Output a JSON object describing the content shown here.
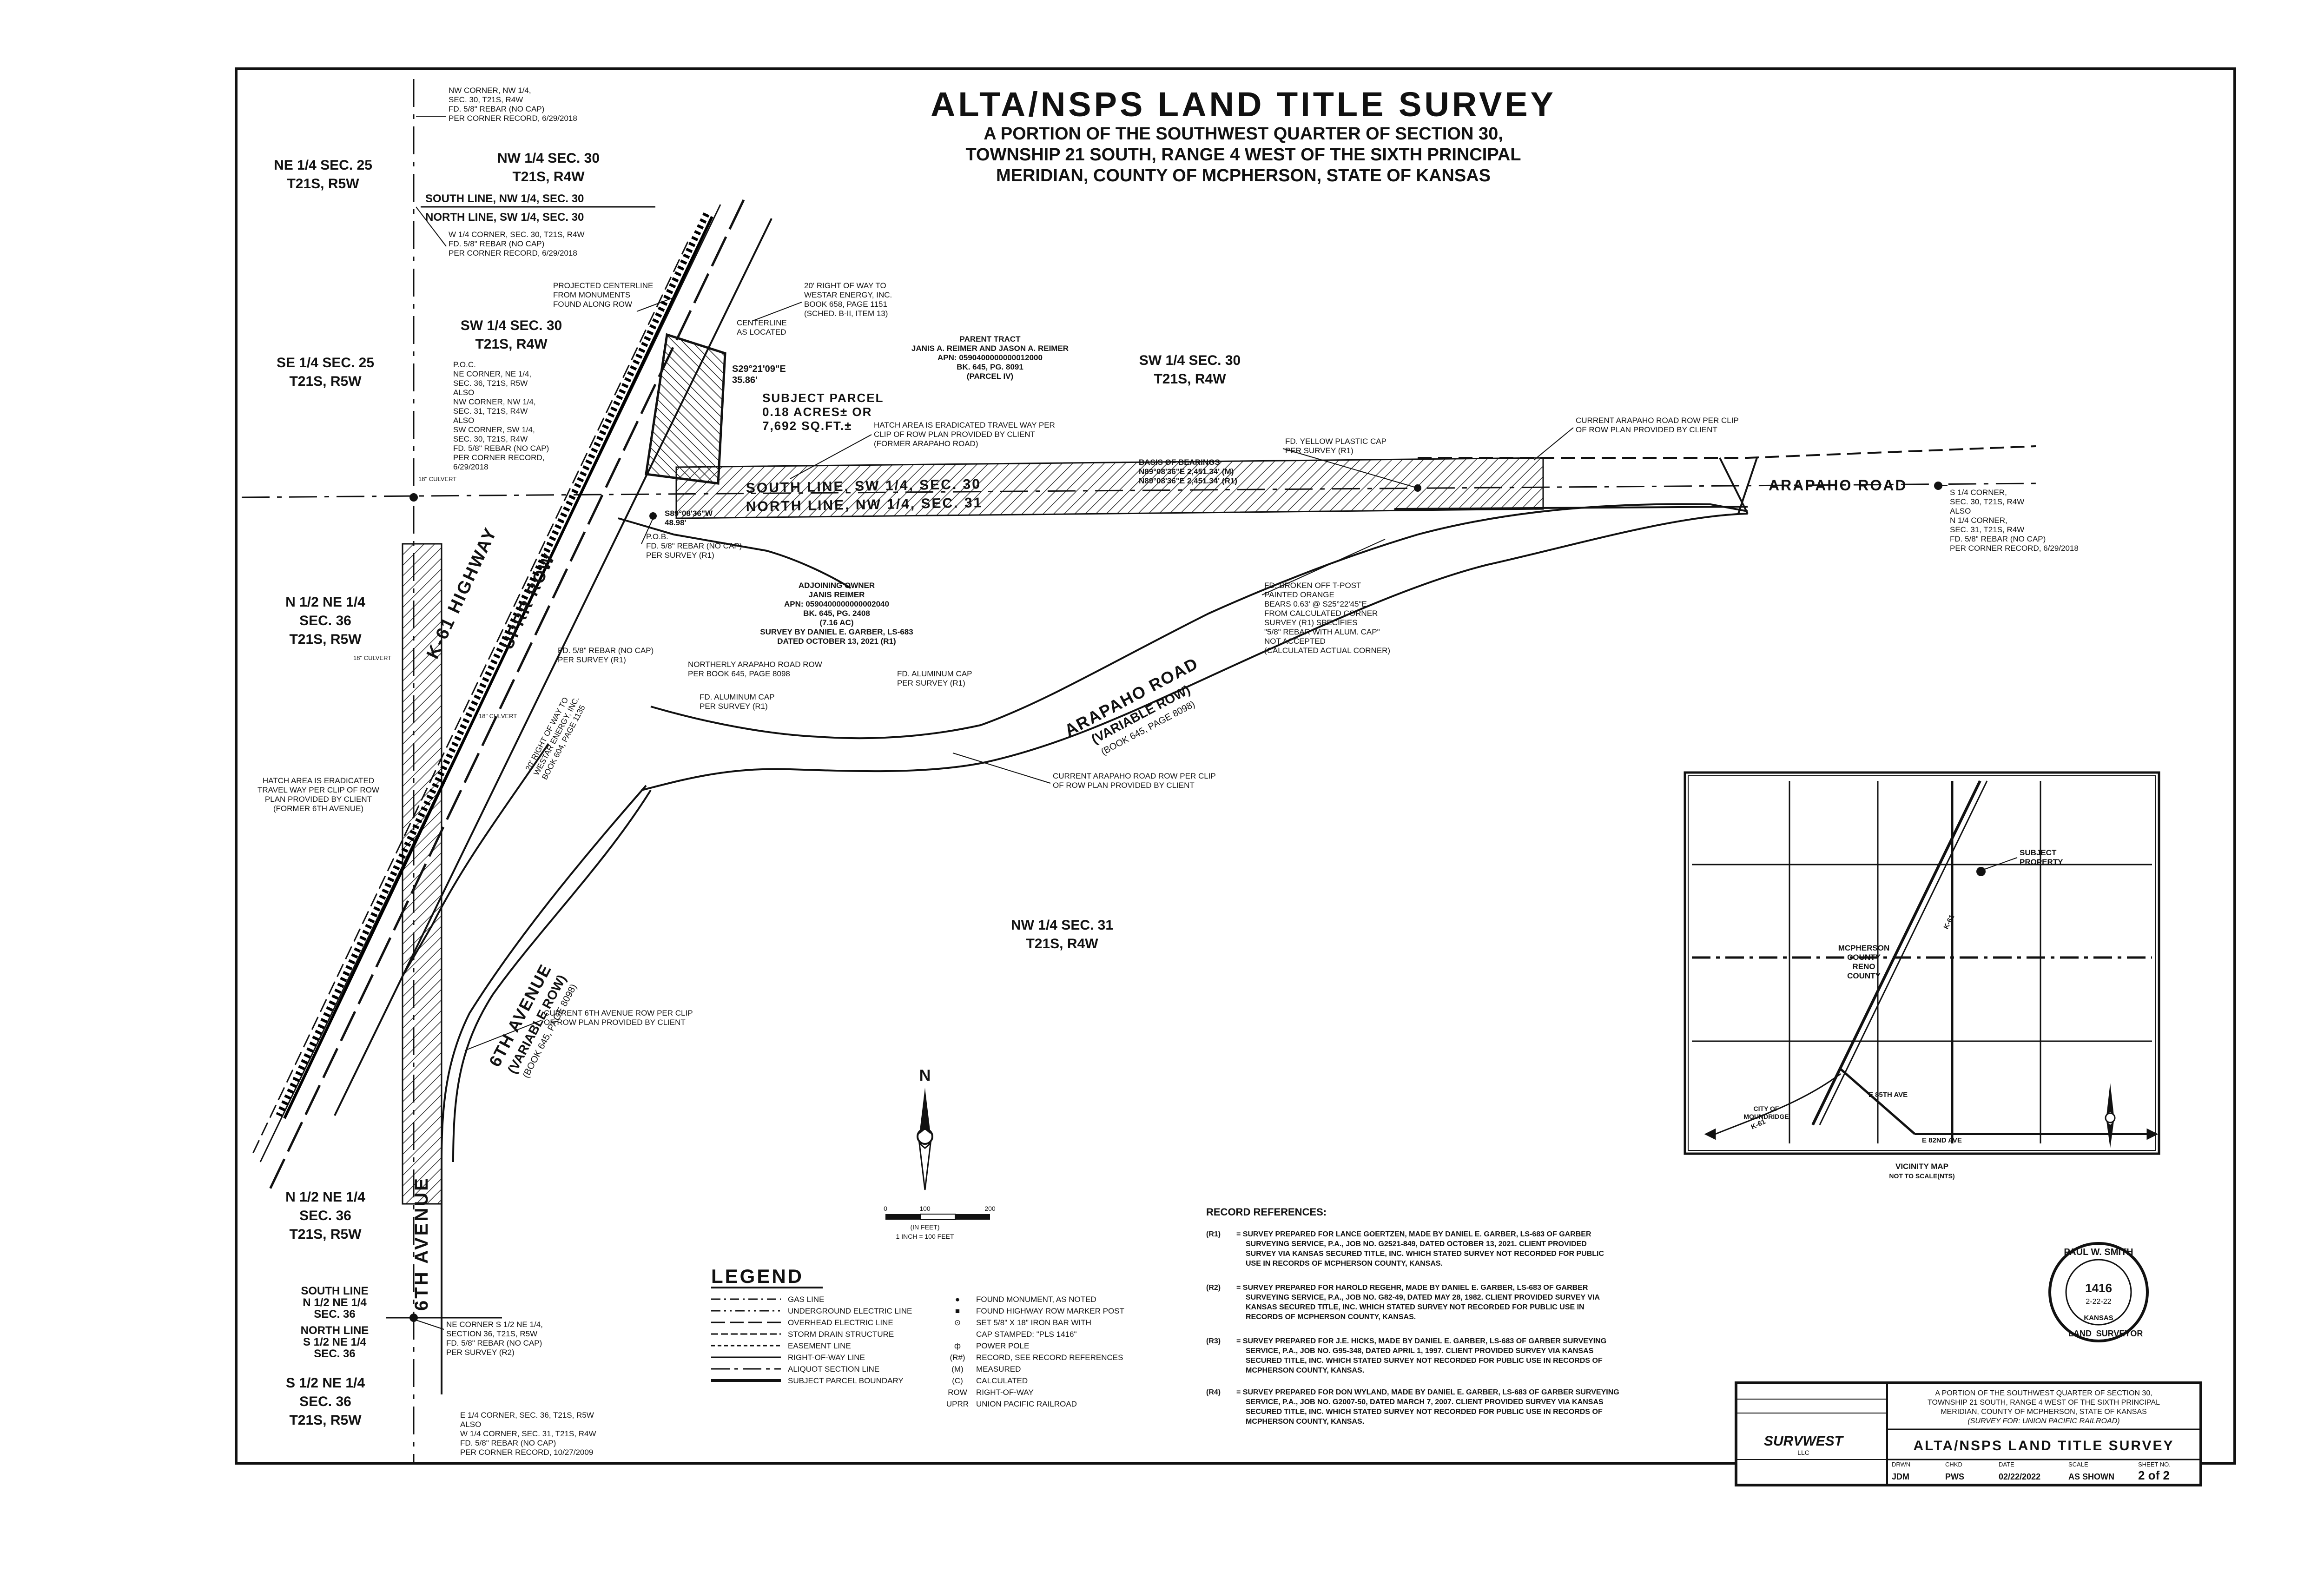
{
  "title": {
    "main": "ALTA/NSPS LAND TITLE SURVEY",
    "sub1": "A PORTION OF THE SOUTHWEST QUARTER OF SECTION 30,",
    "sub2": "TOWNSHIP 21 SOUTH, RANGE 4 WEST OF THE SIXTH PRINCIPAL",
    "sub3": "MERIDIAN, COUNTY OF MCPHERSON, STATE OF KANSAS"
  },
  "sections": {
    "ne_sec25": [
      "NE 1/4 SEC. 25",
      "T21S, R5W"
    ],
    "nw_sec30": [
      "NW 1/4 SEC. 30",
      "T21S, R4W"
    ],
    "sw_sec30_left": [
      "SW 1/4 SEC. 30",
      "T21S, R4W"
    ],
    "se_sec25": [
      "SE 1/4 SEC. 25",
      "T21S, R5W"
    ],
    "sw_sec30_right": [
      "SW 1/4 SEC. 30",
      "T21S, R4W"
    ],
    "n_ne_sec36_upper": [
      "N 1/2 NE 1/4",
      "SEC. 36",
      "T21S, R5W"
    ],
    "nw_sec31": [
      "NW 1/4 SEC. 31",
      "T21S, R4W"
    ],
    "n_ne_sec36_lower": [
      "N 1/2 NE 1/4",
      "SEC. 36",
      "T21S, R5W"
    ],
    "s_ne_sec36": [
      "S 1/2 NE 1/4",
      "SEC. 36",
      "T21S, R5W"
    ],
    "south_line_n_ne_36": [
      "SOUTH LINE",
      "N 1/2 NE 1/4",
      "SEC. 36"
    ],
    "north_line_s_ne_36": [
      "NORTH LINE",
      "S 1/2 NE 1/4",
      "SEC. 36"
    ]
  },
  "lines": {
    "south_line_nw30": "SOUTH LINE, NW 1/4, SEC. 30",
    "north_line_sw30": "NORTH LINE, SW 1/4, SEC. 30",
    "south_line_sw30": "SOUTH LINE, SW 1/4, SEC. 30",
    "north_line_nw31": "NORTH LINE, NW 1/4, SEC. 31"
  },
  "roads": {
    "arapaho_road": "ARAPAHO ROAD",
    "arapaho_variable": [
      "ARAPAHO ROAD",
      "(VARIABLE ROW)",
      "(BOOK 645, PAGE 8098)"
    ],
    "highway": "K-61 HIGHWAY",
    "uprr": "UPRR ROW",
    "sixth_ave": [
      "6TH AVENUE",
      "(VARIABLE ROW)",
      "(BOOK 645, PAGE 8098)"
    ],
    "sixth_ave_vertical": "6TH AVENUE"
  },
  "notes": {
    "nw_corner": [
      "NW CORNER, NW 1/4,",
      "SEC. 30, T21S, R4W",
      "FD. 5/8\" REBAR (NO CAP)",
      "PER CORNER RECORD, 6/29/2018"
    ],
    "w_quarter": [
      "W 1/4 CORNER, SEC. 30, T21S, R4W",
      "FD. 5/8\" REBAR (NO CAP)",
      "PER CORNER RECORD, 6/29/2018"
    ],
    "projected_centerline": [
      "PROJECTED CENTERLINE",
      "FROM MONUMENTS",
      "FOUND ALONG ROW"
    ],
    "westar_row": [
      "20' RIGHT OF WAY TO",
      "WESTAR ENERGY, INC.",
      "BOOK 658, PAGE 1151",
      "(SCHED. B-II, ITEM 13)"
    ],
    "centerline_located": [
      "CENTERLINE",
      "AS LOCATED"
    ],
    "parent_tract": [
      "PARENT TRACT",
      "JANIS A. REIMER AND JASON A. REIMER",
      "APN: 0590400000000012000",
      "BK. 645, PG. 8091",
      "(PARCEL IV)"
    ],
    "subject_parcel": [
      "SUBJECT PARCEL",
      "0.18 ACRES± OR",
      "7,692 SQ.FT.±"
    ],
    "bearing_subject": [
      "S29°21'09\"E",
      "35.86'"
    ],
    "poc": [
      "P.O.C.",
      "NE CORNER, NE 1/4,",
      "SEC. 36, T21S, R5W",
      "ALSO",
      "NW CORNER, NW 1/4,",
      "SEC. 31, T21S, R4W",
      "ALSO",
      "SW CORNER, SW 1/4,",
      "SEC. 30, T21S, R4W",
      "FD. 5/8\" REBAR (NO CAP)",
      "PER CORNER RECORD,",
      "6/29/2018"
    ],
    "hatch_arapaho": [
      "HATCH AREA IS ERADICATED TRAVEL WAY PER",
      "CLIP OF ROW PLAN PROVIDED BY CLIENT",
      "(FORMER ARAPAHO ROAD)"
    ],
    "basis_bearings": [
      "BASIS OF BEARINGS",
      "N89°08'36\"E 2,451.34' (M)",
      "N89°08'36\"E 2,451.34' (R1)"
    ],
    "yellow_cap": [
      "FD. YELLOW PLASTIC CAP",
      "PER SURVEY (R1)"
    ],
    "current_arapaho_top": [
      "CURRENT ARAPAHO ROAD ROW PER CLIP",
      "OF ROW PLAN PROVIDED BY CLIENT"
    ],
    "s_quarter": [
      "S 1/4 CORNER,",
      "SEC. 30, T21S, R4W",
      "ALSO",
      "N 1/4 CORNER,",
      "SEC. 31, T21S, R4W",
      "FD. 5/8\" REBAR (NO CAP)",
      "PER CORNER RECORD, 6/29/2018"
    ],
    "pob": [
      "P.O.B.",
      "FD. 5/8\" REBAR (NO CAP)",
      "PER SURVEY (R1)"
    ],
    "bearing_pob": [
      "S89°08'36\"W",
      "48.98'"
    ],
    "adjoining_owner": [
      "ADJOINING OWNER",
      "JANIS REIMER",
      "APN: 0590400000000002040",
      "BK. 645, PG. 2408",
      "(7.16 AC)",
      "SURVEY BY DANIEL E. GARBER, LS-683",
      "DATED OCTOBER 13, 2021 (R1)"
    ],
    "tpost": [
      "FD. BROKEN OFF T-POST",
      "PAINTED ORANGE",
      "BEARS 0.63' @ S25°22'45\"E",
      "FROM CALCULATED CORNER",
      "SURVEY (R1) SPECIFIES",
      "\"5/8\" REBAR WITH ALUM. CAP\"",
      "NOT ACCEPTED",
      "(CALCULATED ACTUAL CORNER)"
    ],
    "rebar_r1": [
      "FD. 5/8\" REBAR (NO CAP)",
      "PER SURVEY (R1)"
    ],
    "northerly_arapaho": [
      "NORTHERLY ARAPAHO ROAD ROW",
      "PER BOOK 645, PAGE 8098"
    ],
    "alum_cap_mid": [
      "FD. ALUMINUM CAP",
      "PER SURVEY (R1)"
    ],
    "alum_cap_right": [
      "FD. ALUMINUM CAP",
      "PER SURVEY (R1)"
    ],
    "culvert_top": "18\" CULVERT",
    "culvert_mid": "18\" CULVERT",
    "culvert_low": "18\" CULVERT",
    "hatch_6th": [
      "HATCH AREA IS ERADICATED",
      "TRAVEL WAY PER CLIP OF ROW",
      "PLAN PROVIDED BY CLIENT",
      "(FORMER 6TH AVENUE)"
    ],
    "westar_row2": [
      "20' RIGHT OF WAY TO",
      "WESTAR ENERGY, INC.",
      "BOOK 604, PAGE 1135"
    ],
    "current_arapaho_bottom": [
      "CURRENT ARAPAHO ROAD ROW PER CLIP",
      "OF ROW PLAN PROVIDED BY CLIENT"
    ],
    "current_6th": [
      "CURRENT 6TH AVENUE ROW PER CLIP",
      "OF ROW PLAN PROVIDED BY CLIENT"
    ],
    "ne_corner_s": [
      "NE CORNER S 1/2 NE 1/4,",
      "SECTION 36, T21S, R5W",
      "FD. 5/8\" REBAR (NO CAP)",
      "PER SURVEY (R2)"
    ],
    "e_quarter": [
      "E 1/4 CORNER, SEC. 36, T21S, R5W",
      "ALSO",
      "W 1/4 CORNER, SEC. 31, T21S, R4W",
      "FD. 5/8\" REBAR (NO CAP)",
      "PER CORNER RECORD, 10/27/2009"
    ]
  },
  "north_arrow": "N",
  "scale": {
    "zero": "0",
    "hundred": "100",
    "two_hundred": "200",
    "unit": "(IN FEET)",
    "ratio": "1 INCH = 100 FEET"
  },
  "legend": {
    "title": "LEGEND",
    "lines": [
      "GAS LINE",
      "UNDERGROUND ELECTRIC LINE",
      "OVERHEAD ELECTRIC LINE",
      "STORM DRAIN STRUCTURE",
      "EASEMENT LINE",
      "RIGHT-OF-WAY LINE",
      "ALIQUOT SECTION LINE",
      "SUBJECT PARCEL BOUNDARY"
    ],
    "symbols": [
      {
        "sym": "●",
        "text": "FOUND MONUMENT, AS NOTED"
      },
      {
        "sym": "■",
        "text": "FOUND HIGHWAY ROW MARKER POST"
      },
      {
        "sym": "⊙",
        "text": "SET 5/8\" X 18\" IRON BAR WITH"
      },
      {
        "sym": "",
        "text": "CAP STAMPED: \"PLS 1416\""
      },
      {
        "sym": "ф",
        "text": "POWER POLE"
      },
      {
        "sym": "(R#)",
        "text": "RECORD, SEE RECORD REFERENCES"
      },
      {
        "sym": "(M)",
        "text": "MEASURED"
      },
      {
        "sym": "(C)",
        "text": "CALCULATED"
      },
      {
        "sym": "ROW",
        "text": "RIGHT-OF-WAY"
      },
      {
        "sym": "UPRR",
        "text": "UNION PACIFIC RAILROAD"
      }
    ]
  },
  "vicinity": {
    "subject": [
      "SUBJECT",
      "PROPERTY"
    ],
    "county1": [
      "MCPHERSON",
      "COUNTY"
    ],
    "county2": [
      "RENO",
      "COUNTY"
    ],
    "city": [
      "CITY OF",
      "MOUNDRIDGE"
    ],
    "highway": "K-61",
    "highway2": "K-61",
    "ave1": "E 85TH AVE",
    "ave2": "E 82ND AVE",
    "caption": [
      "VICINITY MAP",
      "NOT TO SCALE(NTS)"
    ]
  },
  "records": {
    "title": "RECORD REFERENCES:",
    "items": [
      {
        "id": "(R1)",
        "lines": [
          "= SURVEY PREPARED FOR LANCE GOERTZEN, MADE BY DANIEL E. GARBER, LS-683 OF GARBER",
          "SURVEYING SERVICE, P.A., JOB NO. G2521-849, DATED OCTOBER 13, 2021. CLIENT PROVIDED",
          "SURVEY VIA KANSAS SECURED TITLE, INC. WHICH STATED SURVEY NOT RECORDED FOR PUBLIC",
          "USE IN RECORDS OF MCPHERSON COUNTY, KANSAS."
        ]
      },
      {
        "id": "(R2)",
        "lines": [
          "= SURVEY PREPARED FOR HAROLD REGEHR, MADE BY DANIEL E. GARBER, LS-683 OF GARBER",
          "SURVEYING SERVICE, P.A., JOB NO. G82-49, DATED MAY 28, 1982. CLIENT PROVIDED SURVEY VIA",
          "KANSAS SECURED TITLE, INC. WHICH STATED SURVEY NOT RECORDED FOR PUBLIC USE IN",
          "RECORDS OF MCPHERSON COUNTY, KANSAS."
        ]
      },
      {
        "id": "(R3)",
        "lines": [
          "= SURVEY PREPARED FOR J.E. HICKS, MADE BY DANIEL E. GARBER, LS-683 OF GARBER SURVEYING",
          "SERVICE, P.A., JOB NO. G95-348, DATED APRIL 1, 1997. CLIENT PROVIDED SURVEY VIA KANSAS",
          "SECURED TITLE, INC. WHICH STATED SURVEY NOT RECORDED FOR PUBLIC USE IN RECORDS OF",
          "MCPHERSON COUNTY, KANSAS."
        ]
      },
      {
        "id": "(R4)",
        "lines": [
          "= SURVEY PREPARED FOR DON WYLAND, MADE BY DANIEL E. GARBER, LS-683 OF GARBER SURVEYING",
          "SERVICE, P.A., JOB NO. G2007-50, DATED MARCH 7, 2007. CLIENT PROVIDED SURVEY VIA KANSAS",
          "SECURED TITLE, INC. WHICH STATED SURVEY NOT RECORDED FOR PUBLIC USE IN RECORDS OF",
          "MCPHERSON COUNTY, KANSAS."
        ]
      }
    ]
  },
  "seal": {
    "name": "PAUL W. SMITH",
    "number": "1416",
    "date": "2-22-22",
    "line1": "LAND",
    "line2": "SURVEYOR",
    "state": "KANSAS"
  },
  "title_block": {
    "desc": [
      "A PORTION OF THE SOUTHWEST QUARTER OF SECTION 30,",
      "TOWNSHIP 21 SOUTH, RANGE 4 WEST OF THE SIXTH PRINCIPAL",
      "MERIDIAN, COUNTY OF MCPHERSON, STATE OF KANSAS",
      "(SURVEY FOR: UNION PACIFIC RAILROAD)"
    ],
    "sheet_title": "ALTA/NSPS LAND TITLE SURVEY",
    "company": "SURVWEST",
    "company_sub": "LLC",
    "cells": [
      "JDM",
      "PWS",
      "02/22/2022",
      "AS SHOWN",
      "2 of 2"
    ],
    "heads": [
      "DRWN",
      "CHKD",
      "DATE",
      "SCALE",
      "SHEET NO."
    ]
  }
}
